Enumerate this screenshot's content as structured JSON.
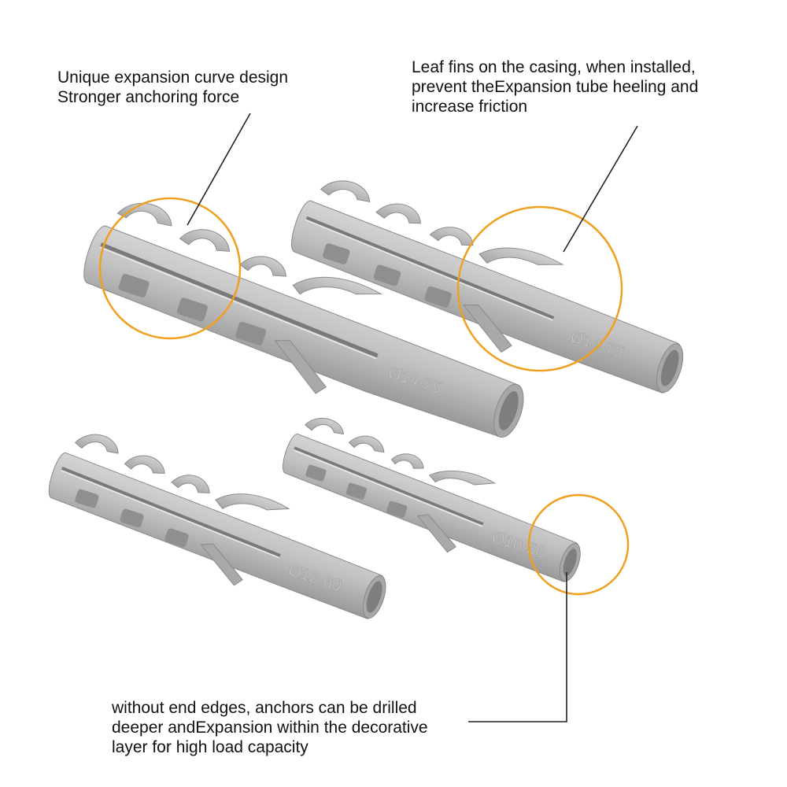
{
  "callouts": {
    "curve": {
      "lines": [
        "Unique expansion curve design",
        "Stronger anchoring force"
      ]
    },
    "fins": {
      "lines": [
        "Leaf fins on the casing, when installed,",
        "prevent theExpansion tube heeling and",
        "increase friction"
      ]
    },
    "edges": {
      "lines": [
        "without end edges, anchors can be drilled",
        "deeper andExpansion within the decorative",
        "layer for high load capacity"
      ]
    }
  },
  "anchors": [
    {
      "size_label": "Ø14-75"
    },
    {
      "size_label": "Ø14-75"
    },
    {
      "size_label": "Ø12-60"
    },
    {
      "size_label": "Ø10-50"
    }
  ],
  "colors": {
    "anchor_body": "#bdbdbd",
    "anchor_shadow": "#8e8e8e",
    "callout_ring": "#f0a020",
    "leader_line": "#222222",
    "text": "#111111"
  }
}
